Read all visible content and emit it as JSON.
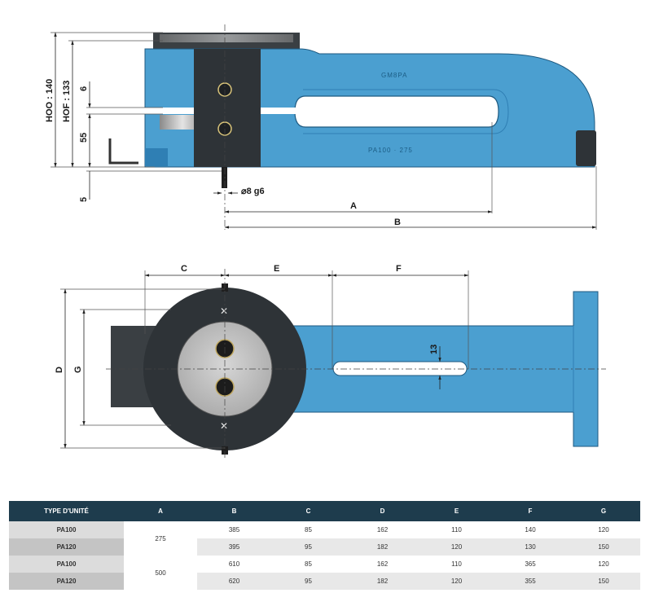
{
  "side_view": {
    "hoo_label": "HOO : 140",
    "hof_label": "HOF : 133",
    "dim_6": "6",
    "dim_55": "55",
    "dim_5": "5",
    "pin_label": "⌀8 g6",
    "dim_a": "A",
    "dim_b": "B",
    "embossed_top": "GM8PA",
    "embossed_bottom": "PA100 · 275"
  },
  "top_view": {
    "dim_c": "C",
    "dim_e": "E",
    "dim_f": "F",
    "dim_d": "D",
    "dim_g": "G",
    "dim_13": "13"
  },
  "colors": {
    "body_blue": "#4b9fd0",
    "body_blue_dark": "#2f7fb4",
    "steel_dark": "#2e3337",
    "table_header": "#1e3c4d"
  },
  "table": {
    "headers": [
      "TYPE D'UNITÉ",
      "A",
      "B",
      "C",
      "D",
      "E",
      "F",
      "G"
    ],
    "rows": [
      {
        "type": "PA100",
        "a": "275",
        "b": "385",
        "c": "85",
        "d": "162",
        "e": "110",
        "f": "140",
        "g": "120"
      },
      {
        "type": "PA120",
        "a": "",
        "b": "395",
        "c": "95",
        "d": "182",
        "e": "120",
        "f": "130",
        "g": "150"
      },
      {
        "type": "PA100",
        "a": "500",
        "b": "610",
        "c": "85",
        "d": "162",
        "e": "110",
        "f": "365",
        "g": "120"
      },
      {
        "type": "PA120",
        "a": "",
        "b": "620",
        "c": "95",
        "d": "182",
        "e": "120",
        "f": "355",
        "g": "150"
      }
    ]
  }
}
